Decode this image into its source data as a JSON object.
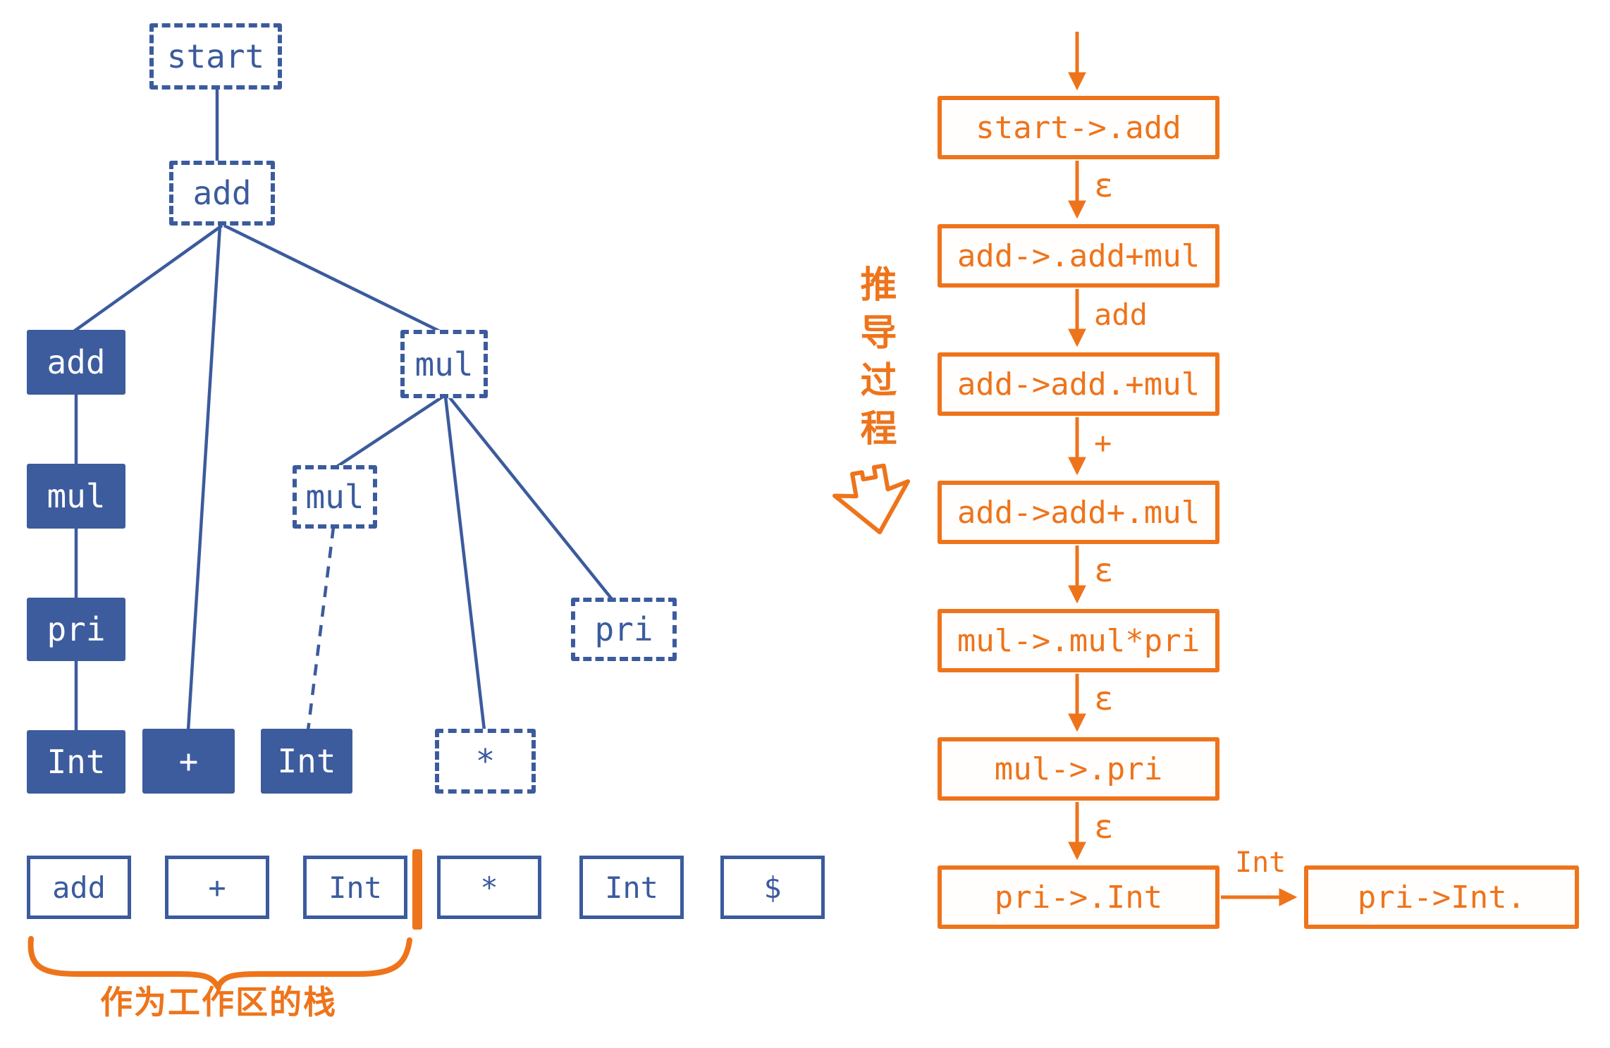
{
  "colors": {
    "blue": "#3b5b9d",
    "orange": "#ee741b",
    "background": "#ffffff"
  },
  "parse_tree": {
    "nodes": {
      "start": {
        "label": "start",
        "style": "dashed"
      },
      "add_root": {
        "label": "add",
        "style": "dashed"
      },
      "add_left": {
        "label": "add",
        "style": "solid"
      },
      "mul_left": {
        "label": "mul",
        "style": "solid"
      },
      "pri_left": {
        "label": "pri",
        "style": "solid"
      },
      "int_left": {
        "label": "Int",
        "style": "solid"
      },
      "plus": {
        "label": "+",
        "style": "solid"
      },
      "int_mid": {
        "label": "Int",
        "style": "solid"
      },
      "mul_right": {
        "label": "mul",
        "style": "dashed"
      },
      "mul_inner": {
        "label": "mul",
        "style": "dashed"
      },
      "star": {
        "label": "*",
        "style": "dashed"
      },
      "pri_right": {
        "label": "pri",
        "style": "dashed"
      }
    }
  },
  "stack_strip": {
    "stack_items": [
      "add",
      "+",
      "Int"
    ],
    "input_items": [
      "*",
      "Int",
      "$"
    ],
    "caption": "作为工作区的栈"
  },
  "derivation": {
    "side_label": "推导过程",
    "steps": [
      "start->.add",
      "add->.add+mul",
      "add->add.+mul",
      "add->add+.mul",
      "mul->.mul*pri",
      "mul->.pri",
      "pri->.Int"
    ],
    "edge_labels": [
      "ε",
      "add",
      "+",
      "ε",
      "ε",
      "ε"
    ],
    "final_transition_label": "Int",
    "final_step": "pri->Int."
  }
}
